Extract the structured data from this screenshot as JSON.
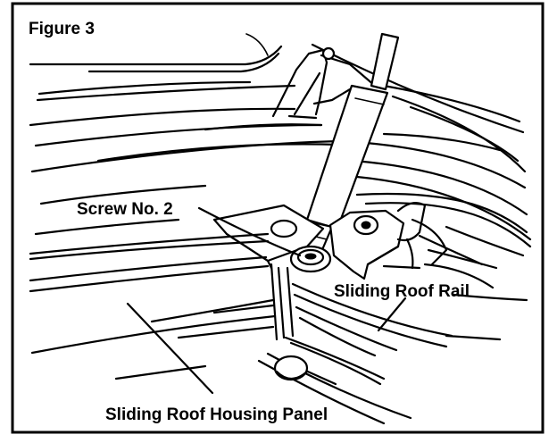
{
  "figure": {
    "title": "Figure 3",
    "labels": {
      "screw": "Screw No. 2",
      "rail": "Sliding Roof Rail",
      "housing": "Sliding Roof Housing Panel"
    }
  },
  "colors": {
    "ink": "#000000",
    "paper": "#ffffff"
  }
}
